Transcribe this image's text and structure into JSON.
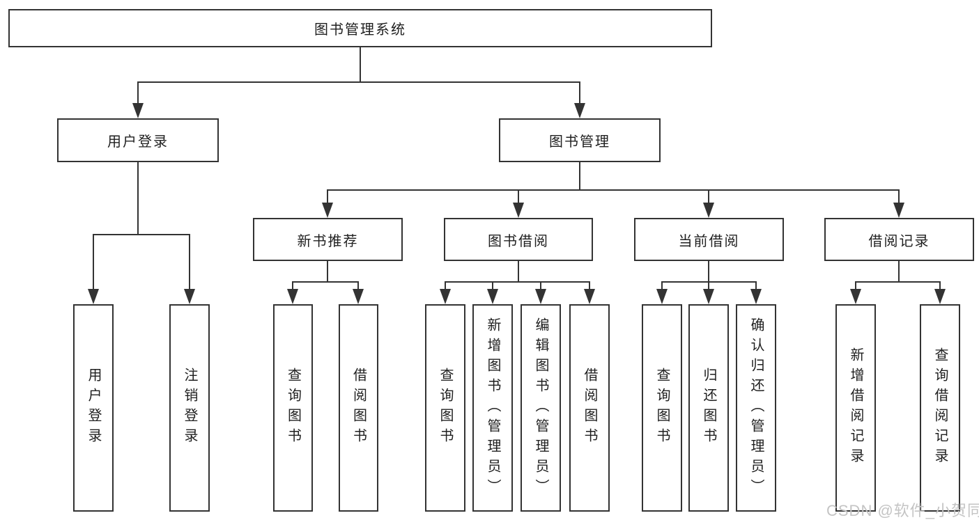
{
  "tree": {
    "label": "图书管理系统",
    "children": [
      {
        "label": "用户登录",
        "children": [
          {
            "label": "用户登录"
          },
          {
            "label": "注销登录"
          }
        ]
      },
      {
        "label": "图书管理",
        "children": [
          {
            "label": "新书推荐",
            "children": [
              {
                "label": "查询图书"
              },
              {
                "label": "借阅图书"
              }
            ]
          },
          {
            "label": "图书借阅",
            "children": [
              {
                "label": "查询图书"
              },
              {
                "label": "新增图书（管理员）"
              },
              {
                "label": "编辑图书（管理员）"
              },
              {
                "label": "借阅图书"
              }
            ]
          },
          {
            "label": "当前借阅",
            "children": [
              {
                "label": "查询图书"
              },
              {
                "label": "归还图书"
              },
              {
                "label": "确认归还（管理员）"
              }
            ]
          },
          {
            "label": "借阅记录",
            "children": [
              {
                "label": "新增借阅记录"
              },
              {
                "label": "查询借阅记录"
              }
            ]
          }
        ]
      }
    ]
  },
  "watermark": {
    "text": "CSDN @软件_小贺同学"
  },
  "colors": {
    "line": "#333333",
    "text": "#1f1f1f",
    "watermark": "#c4c4c4",
    "background": "#ffffff"
  }
}
